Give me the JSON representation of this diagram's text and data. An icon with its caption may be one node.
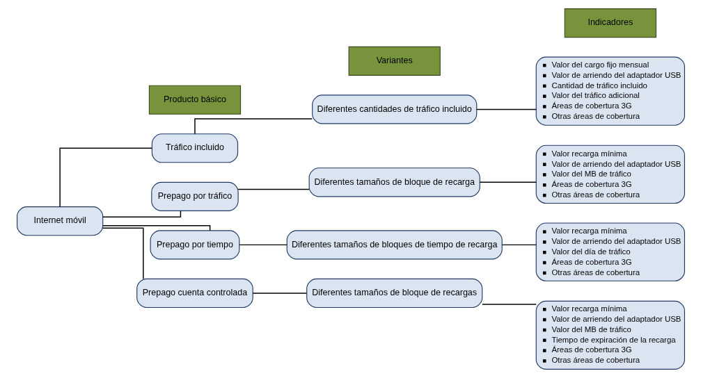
{
  "diagram": {
    "nodes": [
      {
        "text": [
          "Producto básico"
        ]
      },
      {
        "text": [
          "Variantes"
        ]
      },
      {
        "text": [
          "Indicadores"
        ]
      },
      {
        "text": [
          "Internet móvil"
        ]
      },
      {
        "text": [
          "Tráfico incluido"
        ]
      },
      {
        "text": [
          "Prepago por tráfico"
        ]
      },
      {
        "text": [
          "Prepago por tiempo"
        ]
      },
      {
        "text": [
          "Prepago cuenta controlada"
        ]
      },
      {
        "text": [
          "Diferentes cantidades de tráfico incluido"
        ]
      },
      {
        "text": [
          "Diferentes tamaños de bloque de recarga"
        ]
      },
      {
        "text": [
          "Diferentes tamaños de bloques de tiempo de recarga"
        ]
      },
      {
        "text": [
          "Diferentes tamaños de bloque de recargas"
        ]
      },
      {
        "text": [
          "Valor del cargo fijo mensual",
          "Valor de arriendo del adaptador USB",
          "Cantidad de tráfico incluido",
          "Valor del tráfico adicional",
          "Áreas de cobertura 3G",
          "Otras áreas de cobertura"
        ]
      },
      {
        "text": [
          "Valor recarga mínima",
          "Valor de arriendo del adaptador USB",
          "Valor del MB de tráfico",
          "Áreas de cobertura 3G",
          "Otras áreas de cobertura"
        ]
      },
      {
        "text": [
          "Valor recarga mínima",
          "Valor de arriendo del adaptador USB",
          "Valor del día de tráfico",
          "Áreas de cobertura 3G",
          "Otras áreas de cobertura"
        ]
      },
      {
        "text": [
          "Valor recarga mínima",
          "Valor de arriendo del adaptador USB",
          "Valor del MB de tráfico",
          "Tiempo de expiración de la recarga",
          "Áreas de cobertura 3G",
          "Otras áreas de cobertura"
        ]
      }
    ],
    "edges": [
      {
        "from": 3,
        "to": 4,
        "arrow": "none"
      },
      {
        "from": 3,
        "to": 5,
        "arrow": "none"
      },
      {
        "from": 3,
        "to": 6,
        "arrow": "none"
      },
      {
        "from": 3,
        "to": 7,
        "arrow": "none"
      },
      {
        "from": 4,
        "to": 8,
        "arrow": "none"
      },
      {
        "from": 5,
        "to": 9,
        "arrow": "none"
      },
      {
        "from": 6,
        "to": 10,
        "arrow": "none"
      },
      {
        "from": 7,
        "to": 11,
        "arrow": "none"
      },
      {
        "from": 8,
        "to": 12,
        "arrow": "none"
      },
      {
        "from": 9,
        "to": 13,
        "arrow": "none"
      },
      {
        "from": 10,
        "to": 14,
        "arrow": "none"
      },
      {
        "from": 11,
        "to": 15,
        "arrow": "none"
      }
    ]
  }
}
